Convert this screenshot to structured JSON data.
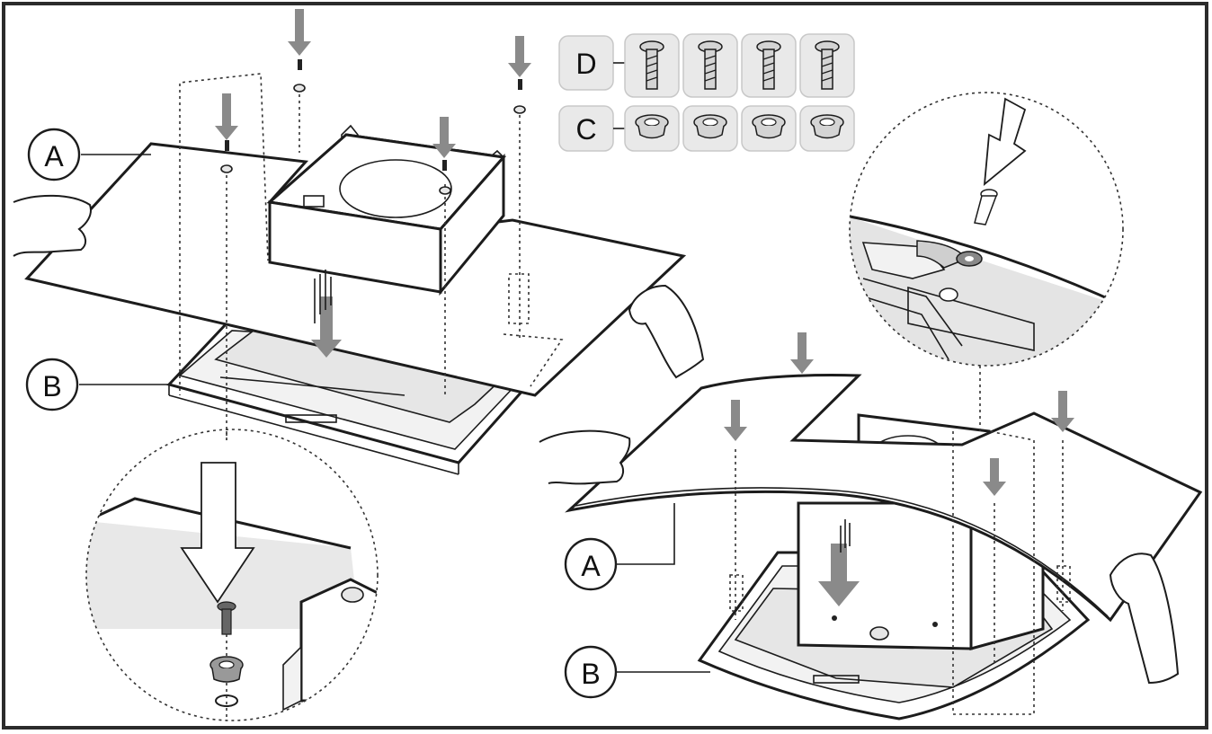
{
  "callouts": {
    "glass_left": "A",
    "hood_left": "B",
    "glass_right": "A",
    "hood_right": "B",
    "screws": "D",
    "washers": "C"
  },
  "parts": {
    "screw_count": 4,
    "washer_count": 4
  }
}
